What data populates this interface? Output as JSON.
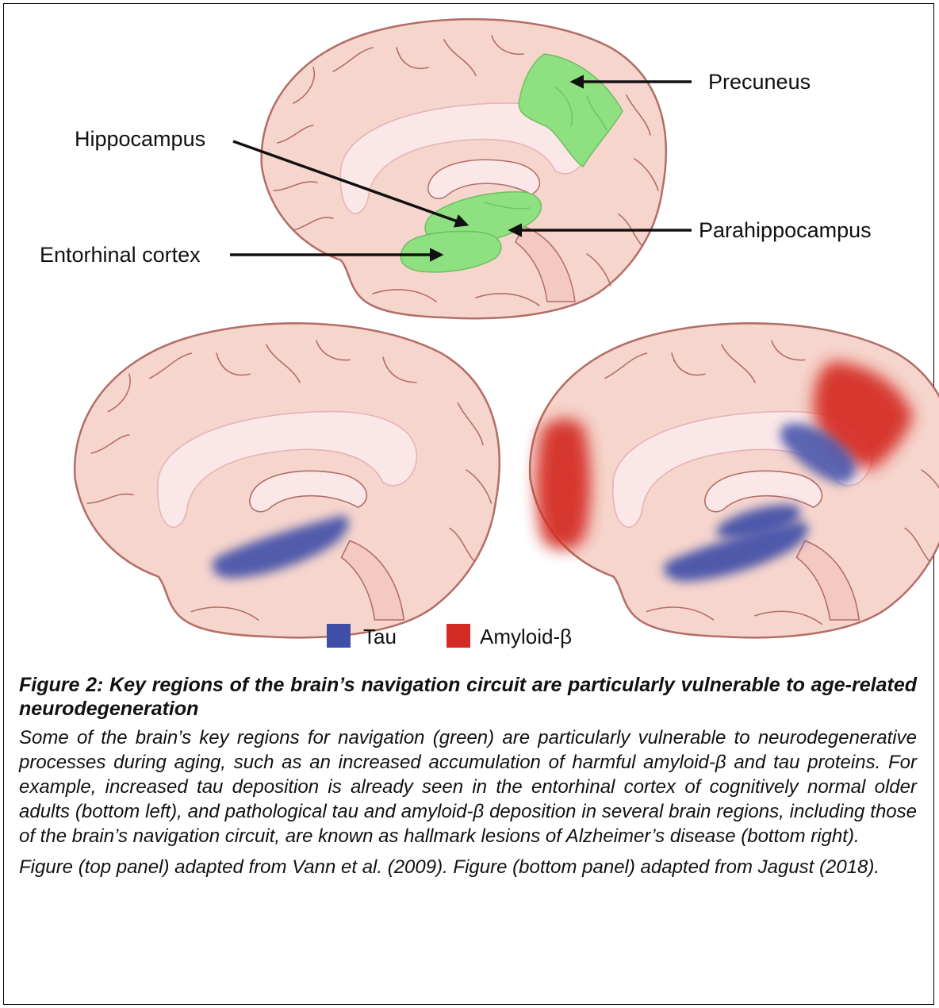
{
  "labels": {
    "precuneus": "Precuneus",
    "hippocampus": "Hippocampus",
    "parahippocampus": "Parahippocampus",
    "entorhinal": "Entorhinal cortex"
  },
  "legend": {
    "tau": {
      "label": "Tau",
      "color": "#3f4fa8"
    },
    "amyloid": {
      "label": "Amyloid-β",
      "color": "#d42b24"
    }
  },
  "colors": {
    "brain_fill": "#f6d5cd",
    "brain_stroke": "#b26e66",
    "region_highlight": "#8fe080",
    "inner_fill": "#fbe6e8"
  },
  "caption": {
    "title": "Figure 2: Key regions of the brain’s navigation circuit are particularly vulnerable to age-related neurodegeneration",
    "body": "Some of the brain’s key regions for navigation (green) are particularly vulnerable to neurodegenerative processes during aging, such as an increased accumulation of harmful amyloid-β and tau proteins. For example, increased tau deposition is already seen in the entorhinal cortex of cognitively normal older adults (bottom left), and pathological tau and amyloid-β deposition in several brain regions, including those of the brain’s navigation circuit, are known as hallmark lesions of Alzheimer’s disease (bottom right).",
    "source": "Figure (top panel) adapted from Vann et al. (2009). Figure (bottom panel) adapted from Jagust (2018)."
  }
}
